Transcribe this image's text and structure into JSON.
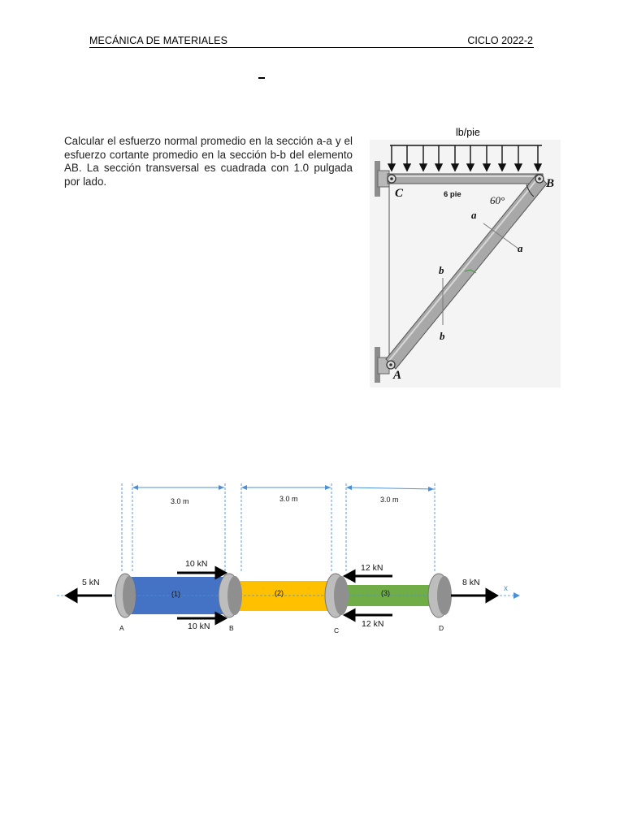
{
  "header": {
    "course": "MECÁNICA DE MATERIALES",
    "cycle": "CICLO 2022-2"
  },
  "problem1": {
    "statement": "Calcular el esfuerzo normal promedio en la sección a-a y el esfuerzo cortante promedio en la sección b-b del elemento AB. La sección transversal es cuadrada con 1.0 pulgada por lado.",
    "load_label": "lb/pie",
    "figure": {
      "point_c": "C",
      "point_b": "B",
      "point_a": "A",
      "span_label": "6 pie",
      "angle_label": "60°",
      "section_a_top": "a",
      "section_a_bottom": "a",
      "section_b_top": "b",
      "section_b_bottom": "b"
    }
  },
  "problem2": {
    "figure": {
      "dim_1": "3.0 m",
      "dim_2": "3.0 m",
      "dim_3": "3.0 m",
      "load_left": "5 kN",
      "load_right": "8 kN",
      "load_b_top": "10 kN",
      "load_b_bottom": "10 kN",
      "load_c_top": "12 kN",
      "load_c_bottom": "12 kN",
      "segment_1": "(1)",
      "segment_2": "(2)",
      "segment_3": "(3)",
      "point_a": "A",
      "point_b": "B",
      "point_c": "C",
      "point_d": "D",
      "axis_label": "x"
    },
    "colors": {
      "segment_1": "#4472C4",
      "segment_2": "#FFC000",
      "segment_3": "#70AD47",
      "flange": "#9a9a9a"
    }
  }
}
